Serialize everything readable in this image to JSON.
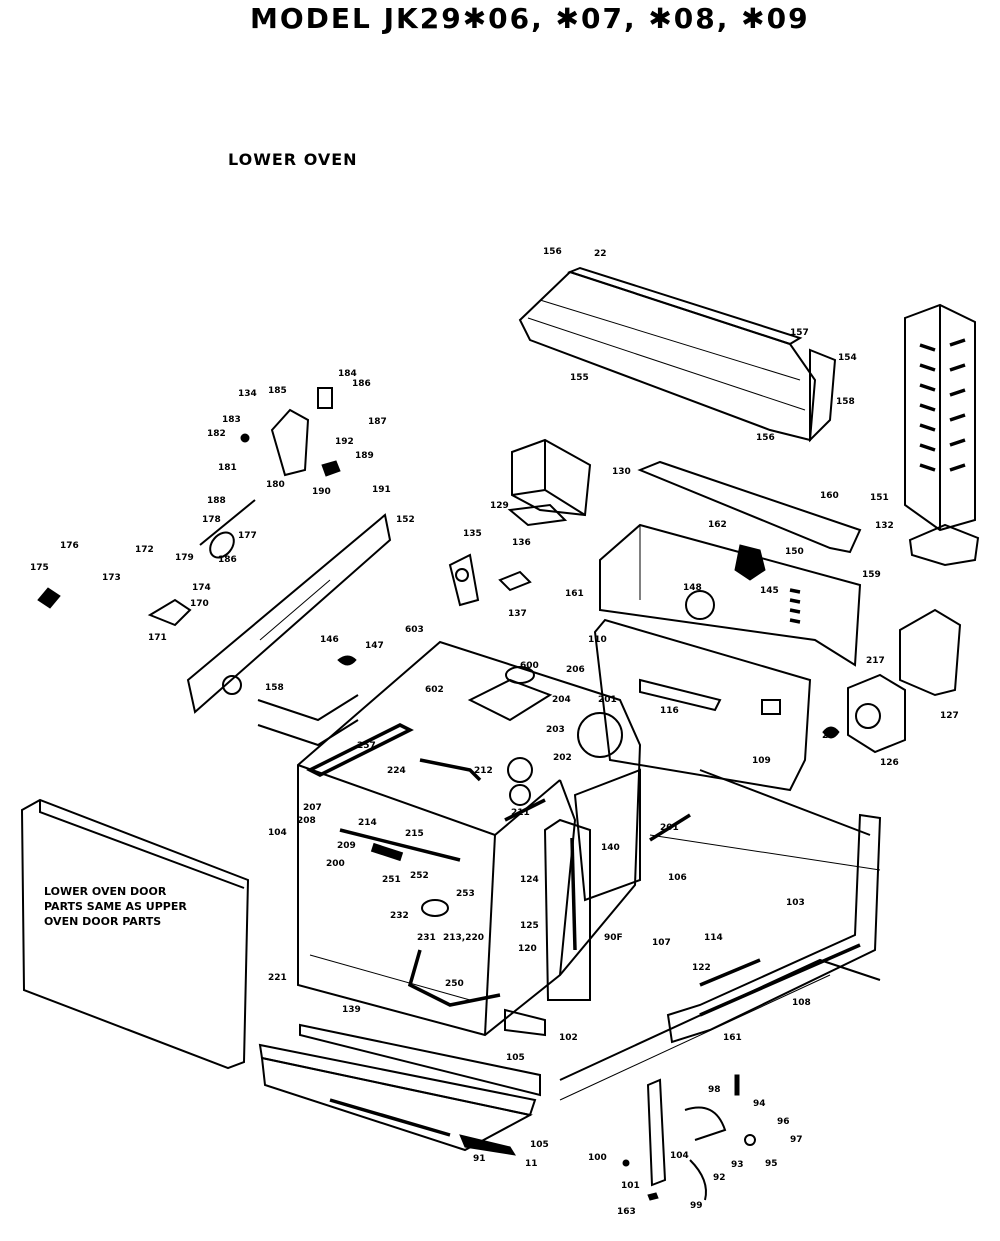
{
  "title": "MODEL JK29✱06, ✱07, ✱08, ✱09",
  "subtitle": "LOWER OVEN",
  "door_note": [
    "LOWER OVEN DOOR",
    "PARTS SAME AS UPPER",
    "OVEN DOOR PARTS"
  ],
  "callouts": [
    {
      "id": "c156a",
      "text": "156"
    },
    {
      "id": "c22",
      "text": "22"
    },
    {
      "id": "c157",
      "text": "157"
    },
    {
      "id": "c154",
      "text": "154"
    },
    {
      "id": "c155",
      "text": "155"
    },
    {
      "id": "c158",
      "text": "158"
    },
    {
      "id": "c156b",
      "text": "156"
    },
    {
      "id": "c184",
      "text": "184"
    },
    {
      "id": "c185",
      "text": "185"
    },
    {
      "id": "c186",
      "text": "186"
    },
    {
      "id": "c134",
      "text": "134"
    },
    {
      "id": "c187",
      "text": "187"
    },
    {
      "id": "c183",
      "text": "183"
    },
    {
      "id": "c182",
      "text": "182"
    },
    {
      "id": "c192",
      "text": "192"
    },
    {
      "id": "c189",
      "text": "189"
    },
    {
      "id": "c181",
      "text": "181"
    },
    {
      "id": "c180",
      "text": "180"
    },
    {
      "id": "c190",
      "text": "190"
    },
    {
      "id": "c191",
      "text": "191"
    },
    {
      "id": "c188",
      "text": "188"
    },
    {
      "id": "c178",
      "text": "178"
    },
    {
      "id": "c177",
      "text": "177"
    },
    {
      "id": "c179",
      "text": "179"
    },
    {
      "id": "c186b",
      "text": "186"
    },
    {
      "id": "c152",
      "text": "152"
    },
    {
      "id": "c176",
      "text": "176"
    },
    {
      "id": "c172",
      "text": "172"
    },
    {
      "id": "c175",
      "text": "175"
    },
    {
      "id": "c173",
      "text": "173"
    },
    {
      "id": "c174",
      "text": "174"
    },
    {
      "id": "c170",
      "text": "170"
    },
    {
      "id": "c171",
      "text": "171"
    },
    {
      "id": "c129",
      "text": "129"
    },
    {
      "id": "c130",
      "text": "130"
    },
    {
      "id": "c160",
      "text": "160"
    },
    {
      "id": "c151",
      "text": "151"
    },
    {
      "id": "c135",
      "text": "135"
    },
    {
      "id": "c136",
      "text": "136"
    },
    {
      "id": "c137",
      "text": "137"
    },
    {
      "id": "c162",
      "text": "162"
    },
    {
      "id": "c150",
      "text": "150"
    },
    {
      "id": "c159",
      "text": "159"
    },
    {
      "id": "c132",
      "text": "132"
    },
    {
      "id": "c161",
      "text": "161"
    },
    {
      "id": "c148",
      "text": "148"
    },
    {
      "id": "c145",
      "text": "145"
    },
    {
      "id": "c146",
      "text": "146"
    },
    {
      "id": "c147",
      "text": "147"
    },
    {
      "id": "c603",
      "text": "603"
    },
    {
      "id": "c110",
      "text": "110"
    },
    {
      "id": "c600",
      "text": "600"
    },
    {
      "id": "c206",
      "text": "206"
    },
    {
      "id": "c602",
      "text": "602"
    },
    {
      "id": "c204",
      "text": "204"
    },
    {
      "id": "c116",
      "text": "116"
    },
    {
      "id": "c127",
      "text": "127"
    },
    {
      "id": "c217",
      "text": "217"
    },
    {
      "id": "c158b",
      "text": "158"
    },
    {
      "id": "c201",
      "text": "201"
    },
    {
      "id": "c203",
      "text": "203"
    },
    {
      "id": "c202",
      "text": "202"
    },
    {
      "id": "c26",
      "text": "26"
    },
    {
      "id": "c126",
      "text": "126"
    },
    {
      "id": "c257",
      "text": "257"
    },
    {
      "id": "c212",
      "text": "212"
    },
    {
      "id": "c109",
      "text": "109"
    },
    {
      "id": "c224",
      "text": "224"
    },
    {
      "id": "c211",
      "text": "211"
    },
    {
      "id": "c201b",
      "text": "201"
    },
    {
      "id": "c104",
      "text": "104"
    },
    {
      "id": "c207",
      "text": "207"
    },
    {
      "id": "c208",
      "text": "208"
    },
    {
      "id": "c214",
      "text": "214"
    },
    {
      "id": "c215",
      "text": "215"
    },
    {
      "id": "c209",
      "text": "209"
    },
    {
      "id": "c200",
      "text": "200"
    },
    {
      "id": "c140",
      "text": "140"
    },
    {
      "id": "c106",
      "text": "106"
    },
    {
      "id": "c251",
      "text": "251"
    },
    {
      "id": "c252",
      "text": "252"
    },
    {
      "id": "c124",
      "text": "124"
    },
    {
      "id": "c253",
      "text": "253"
    },
    {
      "id": "c232",
      "text": "232"
    },
    {
      "id": "c103",
      "text": "103"
    },
    {
      "id": "c125",
      "text": "125"
    },
    {
      "id": "c231",
      "text": "231"
    },
    {
      "id": "c213",
      "text": "213,220"
    },
    {
      "id": "c120",
      "text": "120"
    },
    {
      "id": "c90f",
      "text": "90F"
    },
    {
      "id": "c107",
      "text": "107"
    },
    {
      "id": "c114",
      "text": "114"
    },
    {
      "id": "c122",
      "text": "122"
    },
    {
      "id": "c221",
      "text": "221"
    },
    {
      "id": "c250",
      "text": "250"
    },
    {
      "id": "c108",
      "text": "108"
    },
    {
      "id": "c139",
      "text": "139"
    },
    {
      "id": "c161b",
      "text": "161"
    },
    {
      "id": "c105",
      "text": "105"
    },
    {
      "id": "c102",
      "text": "102"
    },
    {
      "id": "c98",
      "text": "98"
    },
    {
      "id": "c94",
      "text": "94"
    },
    {
      "id": "c96",
      "text": "96"
    },
    {
      "id": "c97",
      "text": "97"
    },
    {
      "id": "c105b",
      "text": "105"
    },
    {
      "id": "c95",
      "text": "95"
    },
    {
      "id": "c104b",
      "text": "104"
    },
    {
      "id": "c93",
      "text": "93"
    },
    {
      "id": "c100",
      "text": "100"
    },
    {
      "id": "c92",
      "text": "92"
    },
    {
      "id": "c101",
      "text": "101"
    },
    {
      "id": "c91",
      "text": "91"
    },
    {
      "id": "c11",
      "text": "11"
    },
    {
      "id": "c99",
      "text": "99"
    },
    {
      "id": "c163",
      "text": "163"
    }
  ]
}
